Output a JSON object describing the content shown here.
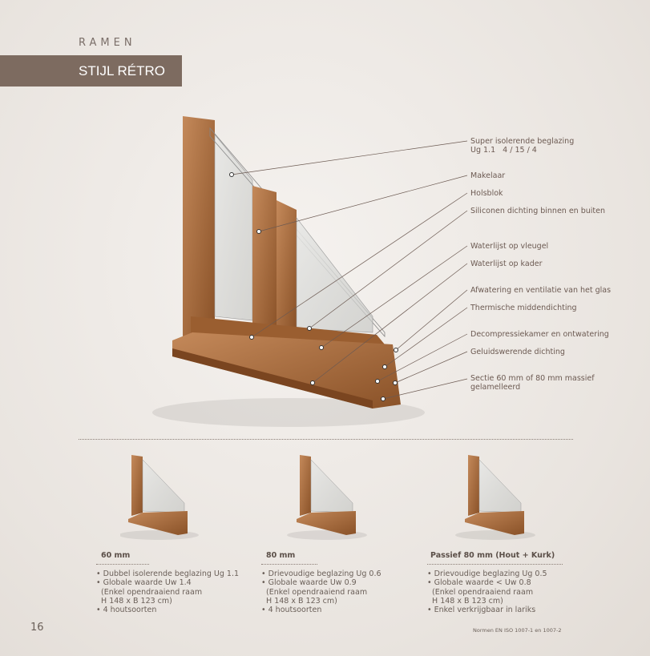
{
  "header": {
    "section": "RAMEN",
    "title": "STIJL RÉTRO"
  },
  "callouts": [
    "Super isolerende beglazing\nUg 1.1   4 / 15 / 4",
    "Makelaar",
    "Holsblok",
    "Siliconen dichting binnen en buiten",
    "Waterlijst op vleugel",
    "Waterlijst op kader",
    "Afwatering en ventilatie van het glas",
    "Thermische middendichting",
    "Decompressiekamer en ontwatering",
    "Geluidswerende dichting",
    "Sectie 60 mm of 80 mm massief\ngelamelleerd"
  ],
  "variants": [
    {
      "title": "60 mm",
      "items": [
        "• Dubbel isolerende beglazing Ug 1.1",
        "• Globale waarde Uw 1.4",
        "  (Enkel opendraaiend raam",
        "  H 148 x B 123 cm)",
        "• 4 houtsoorten"
      ]
    },
    {
      "title": "80 mm",
      "items": [
        "• Drievoudige beglazing Ug 0.6",
        "• Globale waarde Uw 0.9",
        "  (Enkel opendraaiend raam",
        "  H 148 x B 123 cm)",
        "• 4 houtsoorten"
      ]
    },
    {
      "title": "Passief 80 mm (Hout + Kurk)",
      "items": [
        "• Drievoudige beglazing Ug 0.5",
        "• Globale waarde < Uw 0.8",
        "  (Enkel opendraaiend raam",
        "  H 148 x B 123 cm)",
        "• Enkel verkrijgbaar in lariks"
      ]
    }
  ],
  "footer": {
    "page": "16",
    "norm": "Normen EN ISO 1007-1 en 1007-2"
  },
  "colors": {
    "wood": "#a86a3a",
    "accent": "#7d6b60"
  }
}
